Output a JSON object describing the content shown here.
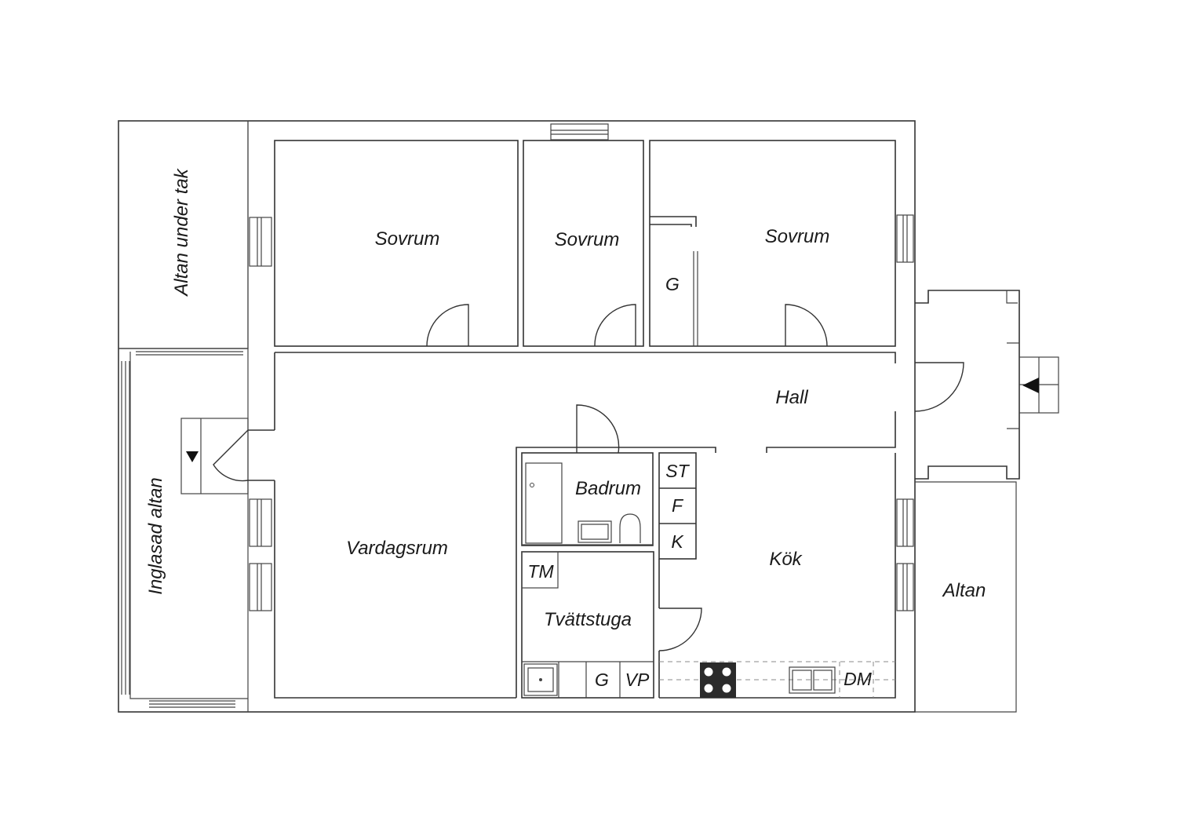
{
  "rooms": {
    "altan_under_tak": "Altan under tak",
    "inglasad_altan": "Inglasad altan",
    "sovrum_1": "Sovrum",
    "sovrum_2": "Sovrum",
    "sovrum_3": "Sovrum",
    "garderob_sovrum": "G",
    "hall": "Hall",
    "vardagsrum": "Vardagsrum",
    "badrum": "Badrum",
    "tvattstuga": "Tvättstuga",
    "kok": "Kök",
    "altan": "Altan"
  },
  "fixtures": {
    "st": "ST",
    "f": "F",
    "k": "K",
    "tm": "TM",
    "g": "G",
    "vp": "VP",
    "dm": "DM"
  },
  "colors": {
    "wall": "#333333",
    "background": "#ffffff",
    "stove": "#2b2b2b"
  }
}
